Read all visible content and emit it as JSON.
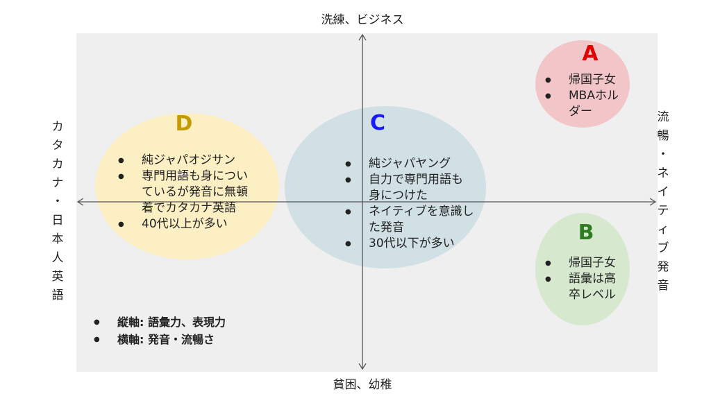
{
  "colors": {
    "panel": "#efefef",
    "a_fill": "#f2c6c9",
    "a_letter": "#e00000",
    "b_fill": "#d6e9cf",
    "b_letter": "#2e7d1f",
    "c_fill": "#d0e0e4",
    "c_letter": "#1a1aff",
    "d_fill": "#fdefc4",
    "d_letter": "#c49a00"
  },
  "axes": {
    "top": "洗練、ビジネス",
    "bottom": "貧困、幼稚",
    "left": "カタカナ・日本人英語",
    "right": "流暢・ネイティブ発音"
  },
  "quadrants": {
    "A": {
      "letter": "A",
      "items": [
        "帰国子女",
        "MBAホル\nダー"
      ]
    },
    "B": {
      "letter": "B",
      "items": [
        "帰国子女",
        "語彙は高\n卒レベル"
      ]
    },
    "C": {
      "letter": "C",
      "items": [
        "純ジャパヤング",
        "自力で専門用語も\n身につけた",
        "ネイティブを意識し\nた発音",
        "30代以下が多い"
      ]
    },
    "D": {
      "letter": "D",
      "items": [
        "純ジャパオジサン",
        "専門用語も身につい\nているが発音に無頓\n着でカタカナ英語",
        "40代以上が多い"
      ]
    }
  },
  "legend": [
    "縦軸: 語彙力、表現力",
    "横軸: 発音・流暢さ"
  ]
}
